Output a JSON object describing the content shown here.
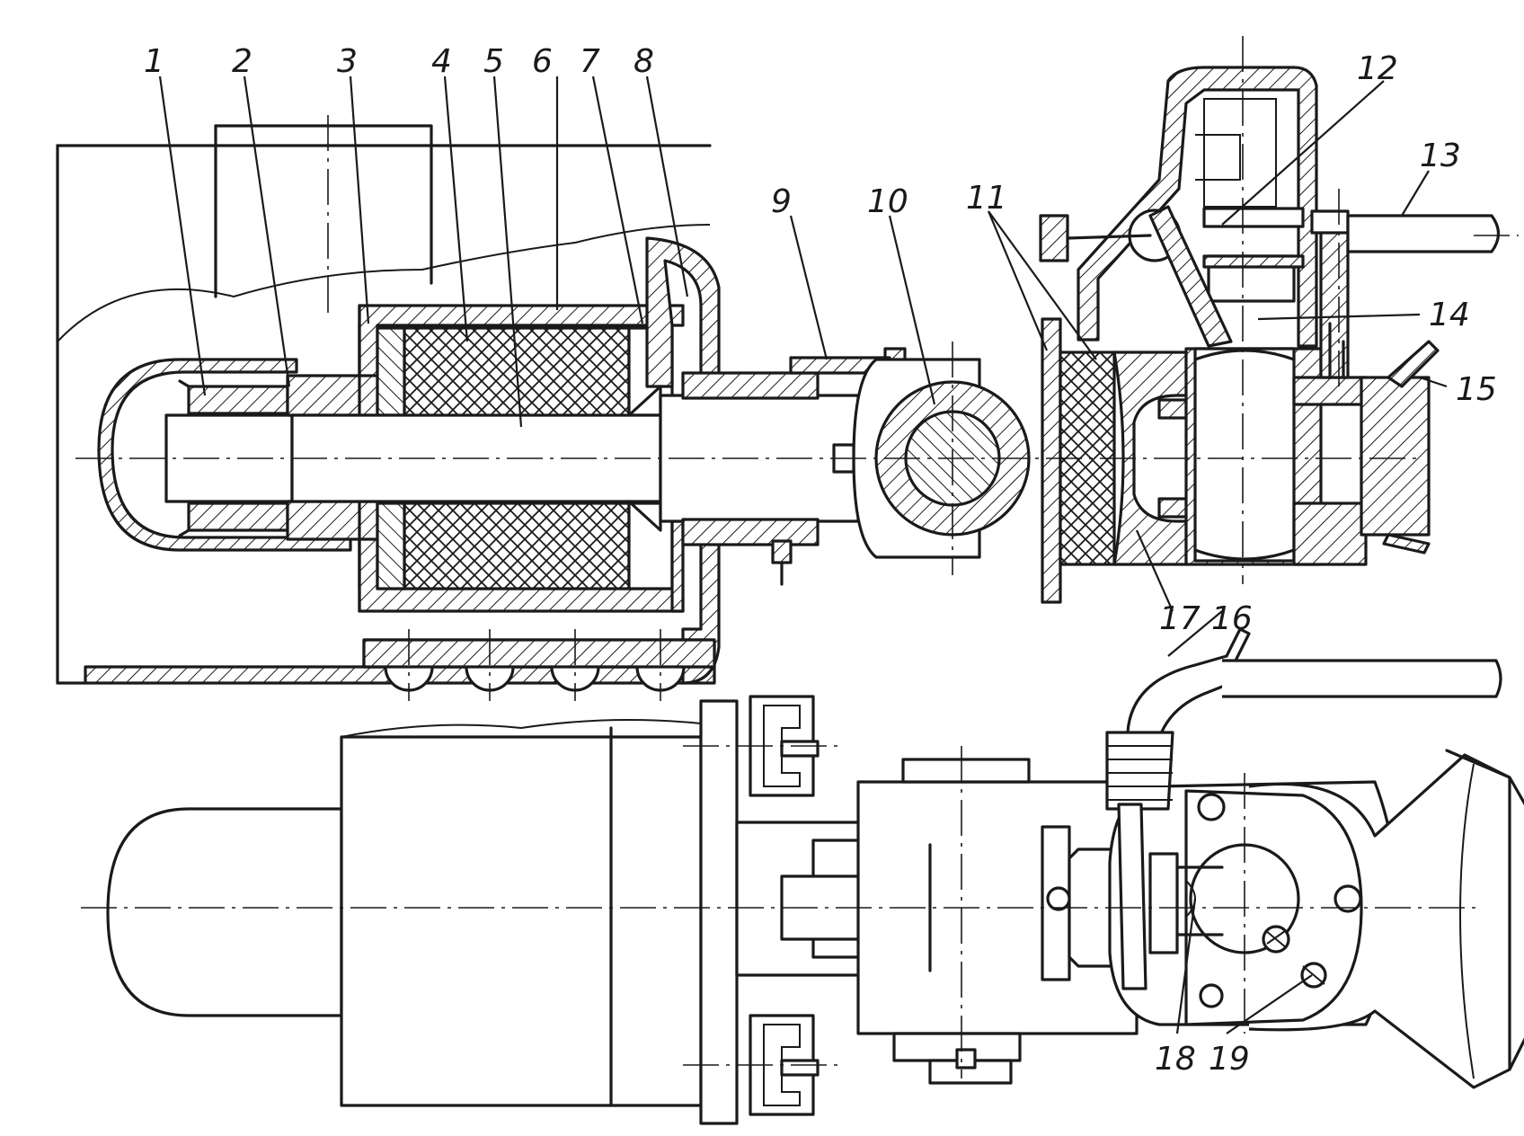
{
  "labels": [
    {
      "id": "1",
      "text": "1"
    },
    {
      "id": "2",
      "text": "2"
    },
    {
      "id": "3",
      "text": "3"
    },
    {
      "id": "4",
      "text": "4"
    },
    {
      "id": "5",
      "text": "5"
    },
    {
      "id": "6",
      "text": "6"
    },
    {
      "id": "7",
      "text": "7"
    },
    {
      "id": "8",
      "text": "8"
    },
    {
      "id": "9",
      "text": "9"
    },
    {
      "id": "10",
      "text": "10"
    },
    {
      "id": "11",
      "text": "11"
    },
    {
      "id": "12",
      "text": "12"
    },
    {
      "id": "13",
      "text": "13"
    },
    {
      "id": "14",
      "text": "14"
    },
    {
      "id": "15",
      "text": "15"
    },
    {
      "id": "16",
      "text": "16"
    },
    {
      "id": "17",
      "text": "17"
    },
    {
      "id": "18",
      "text": "18"
    },
    {
      "id": "19",
      "text": "19"
    }
  ],
  "colors": {
    "ink": "#1a1a1a",
    "paper": "#ffffff"
  }
}
